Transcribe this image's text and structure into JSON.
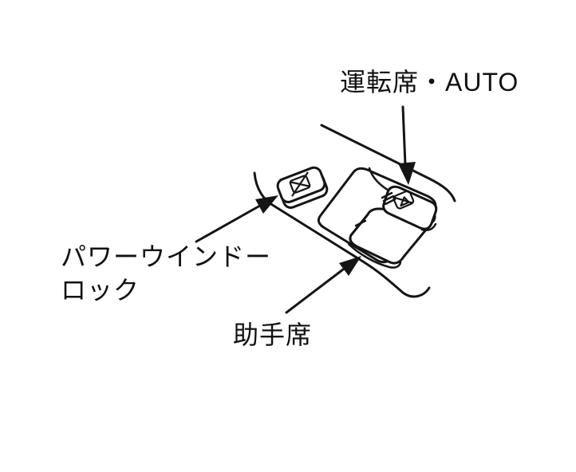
{
  "diagram": {
    "description": "car door power window switch panel illustration",
    "background_color": "#ffffff",
    "line_color": "#151515",
    "labels": {
      "driver": "運転席・AUTO",
      "lock_line1": "パワーウインドー",
      "lock_line2": "ロック",
      "passenger": "助手席"
    }
  }
}
